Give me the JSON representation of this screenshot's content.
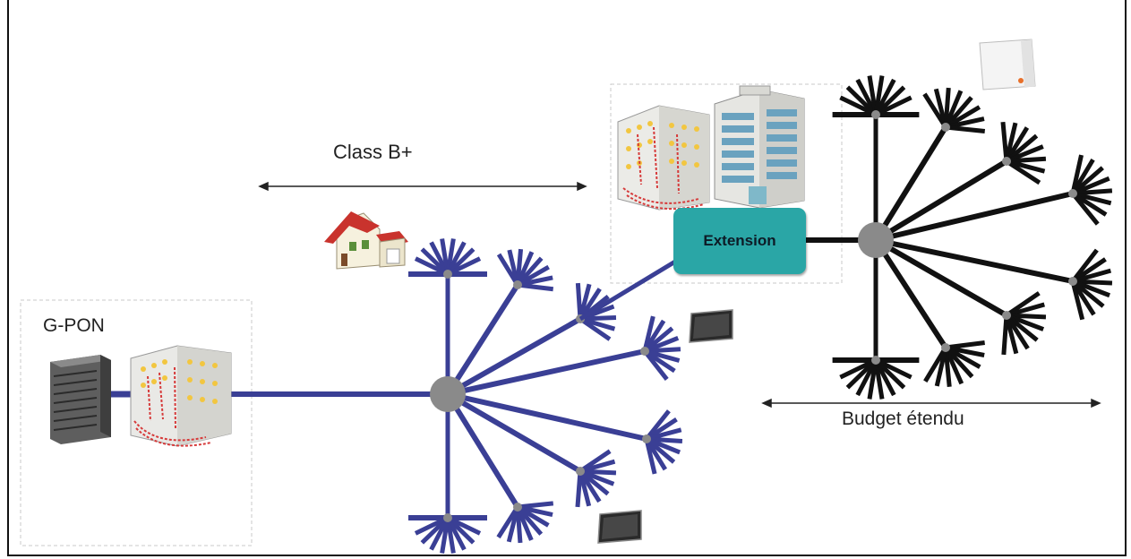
{
  "labels": {
    "gpon": "G-PON",
    "class_b_plus": "Class B+",
    "extension": "Extension",
    "budget_etendu": "Budget étendu"
  },
  "colors": {
    "pon_tree": "#3a3f95",
    "extended_tree": "#111111",
    "extension_box": "#2aa6a6",
    "splitter_node": "#8a8a8a",
    "group_border": "#c8c8c8"
  },
  "icons": [
    "olt-server-icon",
    "central-office-building-icon",
    "house-icon",
    "apartment-building-icon",
    "office-tower-icon",
    "tablet-device-icon",
    "router-device-icon"
  ]
}
